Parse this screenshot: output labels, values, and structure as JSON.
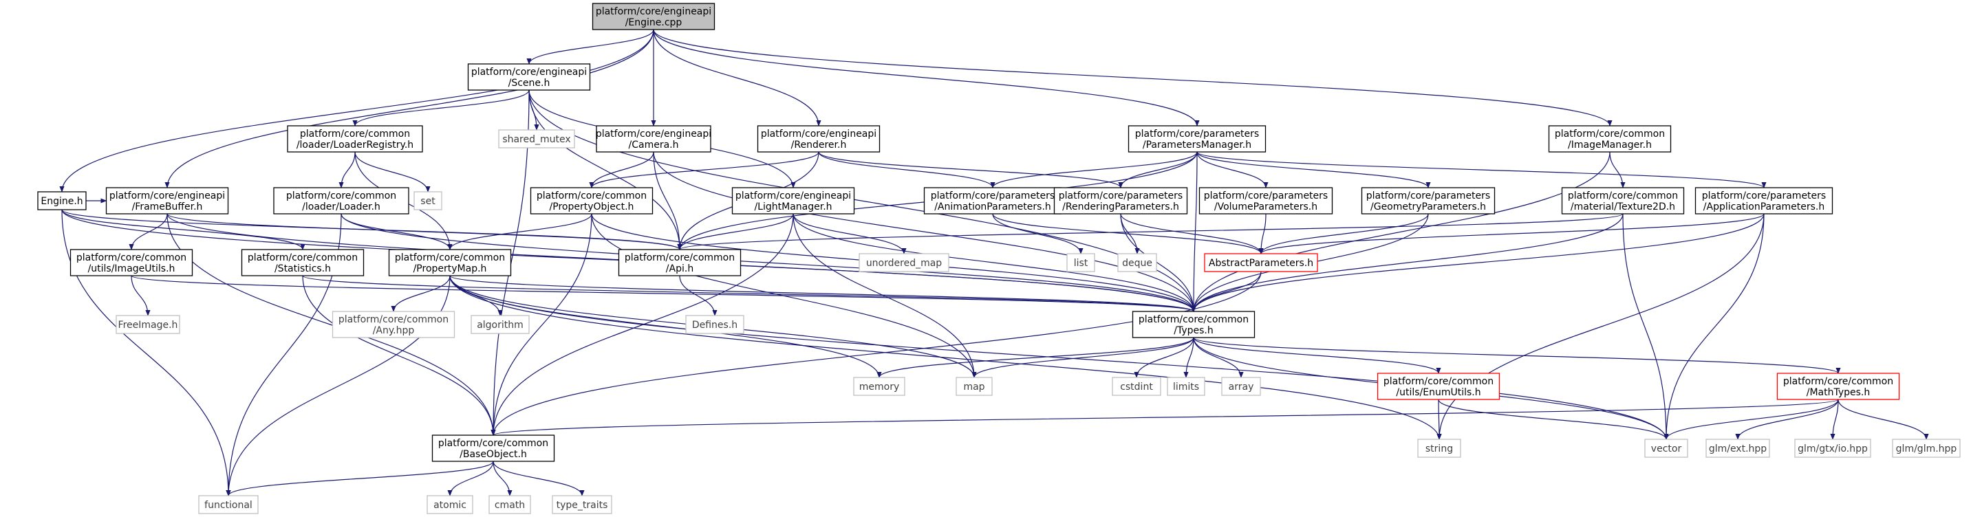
{
  "graph": {
    "colors": {
      "edge": "#191970",
      "root_fill": "#bfbfbf",
      "node_border": "#000000",
      "external_border": "#bfbfbf",
      "external_text": "#404040",
      "truncated_border": "#ff0000",
      "text": "#000000"
    },
    "nodes": [
      {
        "id": "engine_cpp",
        "kind": "root",
        "lines": [
          "platform/core/engineapi",
          "/Engine.cpp"
        ]
      },
      {
        "id": "scene_h",
        "kind": "documented",
        "lines": [
          "platform/core/engineapi",
          "/Scene.h"
        ]
      },
      {
        "id": "engine_h",
        "kind": "documented",
        "lines": [
          "Engine.h"
        ]
      },
      {
        "id": "framebuffer_h",
        "kind": "documented",
        "lines": [
          "platform/core/engineapi",
          "/FrameBuffer.h"
        ]
      },
      {
        "id": "camera_h",
        "kind": "documented",
        "lines": [
          "platform/core/engineapi",
          "/Camera.h"
        ]
      },
      {
        "id": "renderer_h",
        "kind": "documented",
        "lines": [
          "platform/core/engineapi",
          "/Renderer.h"
        ]
      },
      {
        "id": "paramsmanager_h",
        "kind": "documented",
        "lines": [
          "platform/core/parameters",
          "/ParametersManager.h"
        ]
      },
      {
        "id": "imagemanager_h",
        "kind": "documented",
        "lines": [
          "platform/core/common",
          "/ImageManager.h"
        ]
      },
      {
        "id": "loaderregistry_h",
        "kind": "documented",
        "lines": [
          "platform/core/common",
          "/loader/LoaderRegistry.h"
        ]
      },
      {
        "id": "shared_mutex",
        "kind": "external",
        "lines": [
          "shared_mutex"
        ]
      },
      {
        "id": "set",
        "kind": "external",
        "lines": [
          "set"
        ]
      },
      {
        "id": "loader_h",
        "kind": "documented",
        "lines": [
          "platform/core/common",
          "/loader/Loader.h"
        ]
      },
      {
        "id": "propertyobject_h",
        "kind": "documented",
        "lines": [
          "platform/core/common",
          "/PropertyObject.h"
        ]
      },
      {
        "id": "lightmanager_h",
        "kind": "documented",
        "lines": [
          "platform/core/engineapi",
          "/LightManager.h"
        ]
      },
      {
        "id": "animparams_h",
        "kind": "documented",
        "lines": [
          "platform/core/parameters",
          "/AnimationParameters.h"
        ]
      },
      {
        "id": "renderingparams_h",
        "kind": "documented",
        "lines": [
          "platform/core/parameters",
          "/RenderingParameters.h"
        ]
      },
      {
        "id": "volumeparams_h",
        "kind": "documented",
        "lines": [
          "platform/core/parameters",
          "/VolumeParameters.h"
        ]
      },
      {
        "id": "geometryparams_h",
        "kind": "documented",
        "lines": [
          "platform/core/parameters",
          "/GeometryParameters.h"
        ]
      },
      {
        "id": "texture2d_h",
        "kind": "documented",
        "lines": [
          "platform/core/common",
          "/material/Texture2D.h"
        ]
      },
      {
        "id": "appparams_h",
        "kind": "documented",
        "lines": [
          "platform/core/parameters",
          "/ApplicationParameters.h"
        ]
      },
      {
        "id": "imageutils_h",
        "kind": "documented",
        "lines": [
          "platform/core/common",
          "/utils/ImageUtils.h"
        ]
      },
      {
        "id": "statistics_h",
        "kind": "documented",
        "lines": [
          "platform/core/common",
          "/Statistics.h"
        ]
      },
      {
        "id": "propertymap_h",
        "kind": "documented",
        "lines": [
          "platform/core/common",
          "/PropertyMap.h"
        ]
      },
      {
        "id": "api_h",
        "kind": "documented",
        "lines": [
          "platform/core/common",
          "/Api.h"
        ]
      },
      {
        "id": "unordered_map",
        "kind": "external",
        "lines": [
          "unordered_map"
        ]
      },
      {
        "id": "list",
        "kind": "external",
        "lines": [
          "list"
        ]
      },
      {
        "id": "deque",
        "kind": "external",
        "lines": [
          "deque"
        ]
      },
      {
        "id": "abstractparams_h",
        "kind": "truncated",
        "lines": [
          "AbstractParameters.h"
        ]
      },
      {
        "id": "freeimage_h",
        "kind": "external",
        "lines": [
          "FreeImage.h"
        ]
      },
      {
        "id": "any_hpp",
        "kind": "external",
        "lines": [
          "platform/core/common",
          "/Any.hpp"
        ]
      },
      {
        "id": "algorithm",
        "kind": "external",
        "lines": [
          "algorithm"
        ]
      },
      {
        "id": "defines_h",
        "kind": "external",
        "lines": [
          "Defines.h"
        ]
      },
      {
        "id": "types_h",
        "kind": "documented",
        "lines": [
          "platform/core/common",
          "/Types.h"
        ]
      },
      {
        "id": "memory",
        "kind": "external",
        "lines": [
          "memory"
        ]
      },
      {
        "id": "map",
        "kind": "external",
        "lines": [
          "map"
        ]
      },
      {
        "id": "cstdint",
        "kind": "external",
        "lines": [
          "cstdint"
        ]
      },
      {
        "id": "limits",
        "kind": "external",
        "lines": [
          "limits"
        ]
      },
      {
        "id": "array",
        "kind": "external",
        "lines": [
          "array"
        ]
      },
      {
        "id": "enumutils_h",
        "kind": "truncated",
        "lines": [
          "platform/core/common",
          "/utils/EnumUtils.h"
        ]
      },
      {
        "id": "mathtypes_h",
        "kind": "truncated",
        "lines": [
          "platform/core/common",
          "/MathTypes.h"
        ]
      },
      {
        "id": "string",
        "kind": "external",
        "lines": [
          "string"
        ]
      },
      {
        "id": "vector",
        "kind": "external",
        "lines": [
          "vector"
        ]
      },
      {
        "id": "glm_ext",
        "kind": "external",
        "lines": [
          "glm/ext.hpp"
        ]
      },
      {
        "id": "glm_gtx_io",
        "kind": "external",
        "lines": [
          "glm/gtx/io.hpp"
        ]
      },
      {
        "id": "glm_glm",
        "kind": "external",
        "lines": [
          "glm/glm.hpp"
        ]
      },
      {
        "id": "baseobject_h",
        "kind": "documented",
        "lines": [
          "platform/core/common",
          "/BaseObject.h"
        ]
      },
      {
        "id": "functional",
        "kind": "external",
        "lines": [
          "functional"
        ]
      },
      {
        "id": "atomic",
        "kind": "external",
        "lines": [
          "atomic"
        ]
      },
      {
        "id": "cmath",
        "kind": "external",
        "lines": [
          "cmath"
        ]
      },
      {
        "id": "type_traits",
        "kind": "external",
        "lines": [
          "type_traits"
        ]
      }
    ],
    "edges": [
      [
        "engine_cpp",
        "scene_h"
      ],
      [
        "engine_cpp",
        "engine_h"
      ],
      [
        "engine_cpp",
        "framebuffer_h"
      ],
      [
        "engine_cpp",
        "camera_h"
      ],
      [
        "engine_cpp",
        "renderer_h"
      ],
      [
        "engine_cpp",
        "paramsmanager_h"
      ],
      [
        "engine_cpp",
        "imagemanager_h"
      ],
      [
        "scene_h",
        "loaderregistry_h"
      ],
      [
        "scene_h",
        "shared_mutex"
      ],
      [
        "scene_h",
        "lightmanager_h"
      ],
      [
        "scene_h",
        "api_h"
      ],
      [
        "scene_h",
        "types_h"
      ],
      [
        "scene_h",
        "baseobject_h"
      ],
      [
        "loaderregistry_h",
        "loader_h"
      ],
      [
        "loaderregistry_h",
        "set"
      ],
      [
        "loaderregistry_h",
        "propertymap_h"
      ],
      [
        "loader_h",
        "propertymap_h"
      ],
      [
        "loader_h",
        "types_h"
      ],
      [
        "loader_h",
        "functional"
      ],
      [
        "camera_h",
        "propertyobject_h"
      ],
      [
        "camera_h",
        "api_h"
      ],
      [
        "camera_h",
        "types_h"
      ],
      [
        "renderer_h",
        "propertyobject_h"
      ],
      [
        "renderer_h",
        "api_h"
      ],
      [
        "renderer_h",
        "animparams_h"
      ],
      [
        "renderer_h",
        "renderingparams_h"
      ],
      [
        "propertyobject_h",
        "propertymap_h"
      ],
      [
        "propertyobject_h",
        "baseobject_h"
      ],
      [
        "propertyobject_h",
        "types_h"
      ],
      [
        "propertyobject_h",
        "map"
      ],
      [
        "lightmanager_h",
        "api_h"
      ],
      [
        "lightmanager_h",
        "unordered_map"
      ],
      [
        "lightmanager_h",
        "types_h"
      ],
      [
        "lightmanager_h",
        "map"
      ],
      [
        "lightmanager_h",
        "baseobject_h"
      ],
      [
        "paramsmanager_h",
        "animparams_h"
      ],
      [
        "paramsmanager_h",
        "renderingparams_h"
      ],
      [
        "paramsmanager_h",
        "volumeparams_h"
      ],
      [
        "paramsmanager_h",
        "geometryparams_h"
      ],
      [
        "paramsmanager_h",
        "appparams_h"
      ],
      [
        "paramsmanager_h",
        "api_h"
      ],
      [
        "paramsmanager_h",
        "types_h"
      ],
      [
        "animparams_h",
        "abstractparams_h"
      ],
      [
        "animparams_h",
        "list"
      ],
      [
        "renderingparams_h",
        "abstractparams_h"
      ],
      [
        "renderingparams_h",
        "deque"
      ],
      [
        "renderingparams_h",
        "types_h"
      ],
      [
        "volumeparams_h",
        "abstractparams_h"
      ],
      [
        "geometryparams_h",
        "abstractparams_h"
      ],
      [
        "geometryparams_h",
        "types_h"
      ],
      [
        "appparams_h",
        "abstractparams_h"
      ],
      [
        "appparams_h",
        "types_h"
      ],
      [
        "appparams_h",
        "string"
      ],
      [
        "appparams_h",
        "vector"
      ],
      [
        "imagemanager_h",
        "texture2d_h"
      ],
      [
        "imagemanager_h",
        "types_h"
      ],
      [
        "texture2d_h",
        "api_h"
      ],
      [
        "texture2d_h",
        "types_h"
      ],
      [
        "texture2d_h",
        "vector"
      ],
      [
        "engine_h",
        "framebuffer_h"
      ],
      [
        "engine_h",
        "statistics_h"
      ],
      [
        "engine_h",
        "api_h"
      ],
      [
        "engine_h",
        "types_h"
      ],
      [
        "engine_h",
        "functional"
      ],
      [
        "framebuffer_h",
        "imageutils_h"
      ],
      [
        "framebuffer_h",
        "api_h"
      ],
      [
        "framebuffer_h",
        "types_h"
      ],
      [
        "framebuffer_h",
        "baseobject_h"
      ],
      [
        "imageutils_h",
        "freeimage_h"
      ],
      [
        "imageutils_h",
        "types_h"
      ],
      [
        "statistics_h",
        "types_h"
      ],
      [
        "statistics_h",
        "baseobject_h"
      ],
      [
        "propertymap_h",
        "any_hpp"
      ],
      [
        "propertymap_h",
        "algorithm"
      ],
      [
        "propertymap_h",
        "memory"
      ],
      [
        "propertymap_h",
        "functional"
      ],
      [
        "propertymap_h",
        "map"
      ],
      [
        "propertymap_h",
        "string"
      ],
      [
        "propertymap_h",
        "vector"
      ],
      [
        "propertymap_h",
        "types_h"
      ],
      [
        "api_h",
        "defines_h"
      ],
      [
        "abstractparams_h",
        "types_h"
      ],
      [
        "abstractparams_h",
        "baseobject_h"
      ],
      [
        "types_h",
        "memory"
      ],
      [
        "types_h",
        "map"
      ],
      [
        "types_h",
        "cstdint"
      ],
      [
        "types_h",
        "limits"
      ],
      [
        "types_h",
        "array"
      ],
      [
        "types_h",
        "enumutils_h"
      ],
      [
        "types_h",
        "mathtypes_h"
      ],
      [
        "types_h",
        "vector"
      ],
      [
        "enumutils_h",
        "string"
      ],
      [
        "enumutils_h",
        "vector"
      ],
      [
        "mathtypes_h",
        "vector"
      ],
      [
        "mathtypes_h",
        "glm_ext"
      ],
      [
        "mathtypes_h",
        "glm_gtx_io"
      ],
      [
        "mathtypes_h",
        "glm_glm"
      ],
      [
        "mathtypes_h",
        "baseobject_h"
      ],
      [
        "baseobject_h",
        "functional"
      ],
      [
        "baseobject_h",
        "atomic"
      ],
      [
        "baseobject_h",
        "cmath"
      ],
      [
        "baseobject_h",
        "type_traits"
      ]
    ]
  }
}
